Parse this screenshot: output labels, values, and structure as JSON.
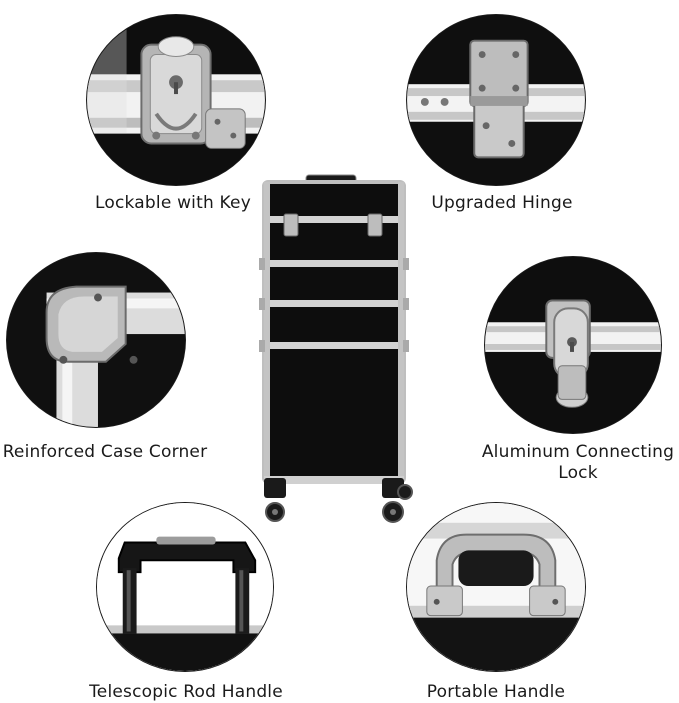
{
  "features": {
    "lock_key": {
      "label": "Lockable with Key"
    },
    "hinge": {
      "label": "Upgraded Hinge"
    },
    "corner": {
      "label": "Reinforced Case Corner"
    },
    "connecting_lock": {
      "label": "Aluminum Connecting Lock"
    },
    "rod_handle": {
      "label": "Telescopic Rod Handle"
    },
    "portable_handle": {
      "label": "Portable Handle"
    }
  },
  "colors": {
    "case_body": "#0d0d0d",
    "aluminum_trim": "#c8c8c8",
    "text": "#1a1a1a"
  }
}
